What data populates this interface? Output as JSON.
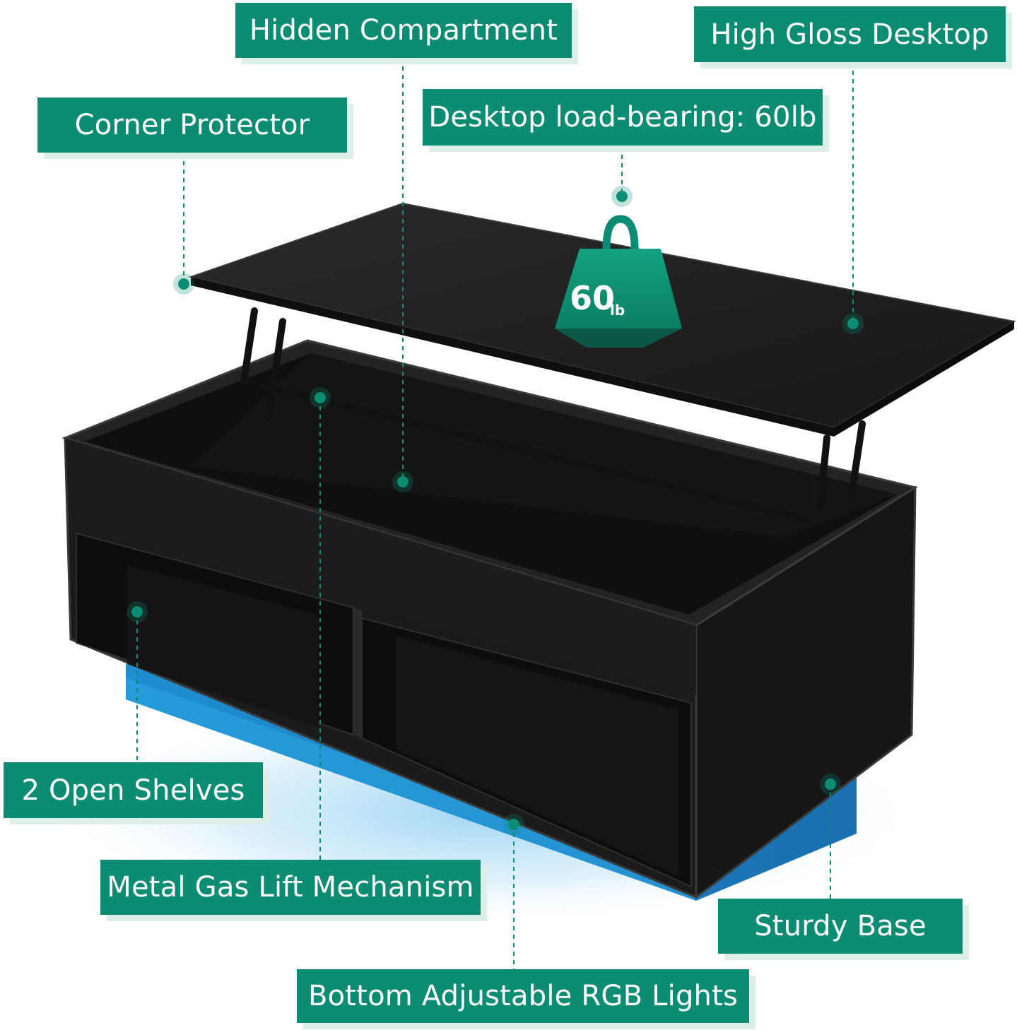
{
  "colors": {
    "label_bg": "#0c8c72",
    "label_text": "#ffffff",
    "marker": "#0c8c72",
    "table_body": "#1c1c1d",
    "led_glow": "#2a9bd6"
  },
  "weight_badge": {
    "value": "60",
    "unit": "lb",
    "icon": "kettlebell-weight-icon"
  },
  "callouts": {
    "hidden_compartment": "Hidden Compartment",
    "high_gloss_desktop": "High Gloss Desktop",
    "corner_protector": "Corner Protector",
    "desktop_load": "Desktop load-bearing: 60lb",
    "open_shelves": "2 Open Shelves",
    "gas_lift": "Metal Gas Lift Mechanism",
    "sturdy_base": "Sturdy Base",
    "rgb_lights": "Bottom Adjustable RGB Lights"
  }
}
